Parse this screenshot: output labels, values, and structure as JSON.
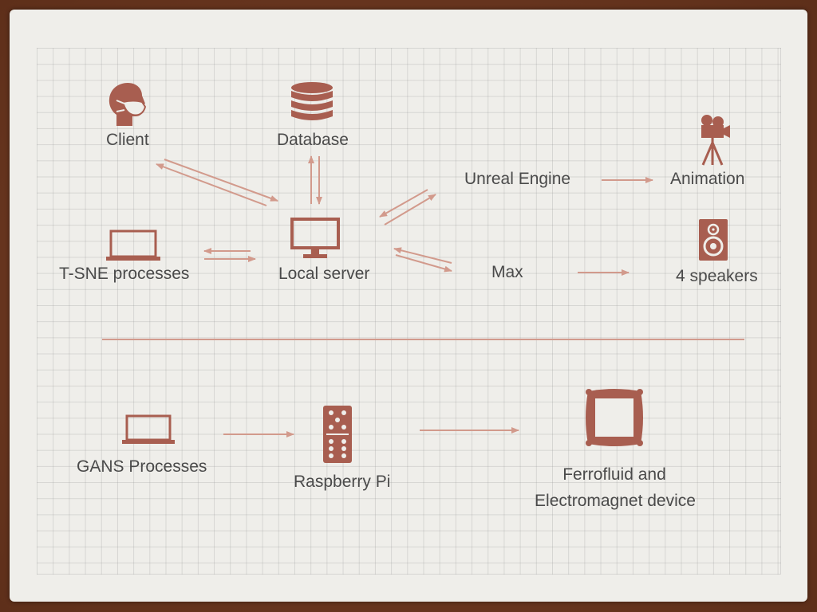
{
  "colors": {
    "accent": "#a85e50",
    "arrow": "#d29a8c",
    "text": "#4a4a4a",
    "paper": "#efeeea",
    "frame": "#6e3a22"
  },
  "nodes": {
    "client": {
      "label": "Client",
      "icon": "person-mask-icon"
    },
    "database": {
      "label": "Database",
      "icon": "database-icon"
    },
    "unreal_engine": {
      "label": "Unreal Engine"
    },
    "animation": {
      "label": "Animation",
      "icon": "movie-camera-icon"
    },
    "tsne": {
      "label": "T-SNE processes",
      "icon": "laptop-icon"
    },
    "local_server": {
      "label": "Local server",
      "icon": "monitor-icon"
    },
    "max": {
      "label": "Max"
    },
    "speakers": {
      "label": "4 speakers",
      "icon": "speaker-icon"
    },
    "gans": {
      "label": "GANS Processes",
      "icon": "laptop-icon"
    },
    "raspberry_pi": {
      "label": "Raspberry Pi",
      "icon": "domino-icon"
    },
    "ferrofluid": {
      "label_line1": "Ferrofluid and",
      "label_line2": "Electromagnet device",
      "icon": "picture-frame-icon"
    }
  }
}
